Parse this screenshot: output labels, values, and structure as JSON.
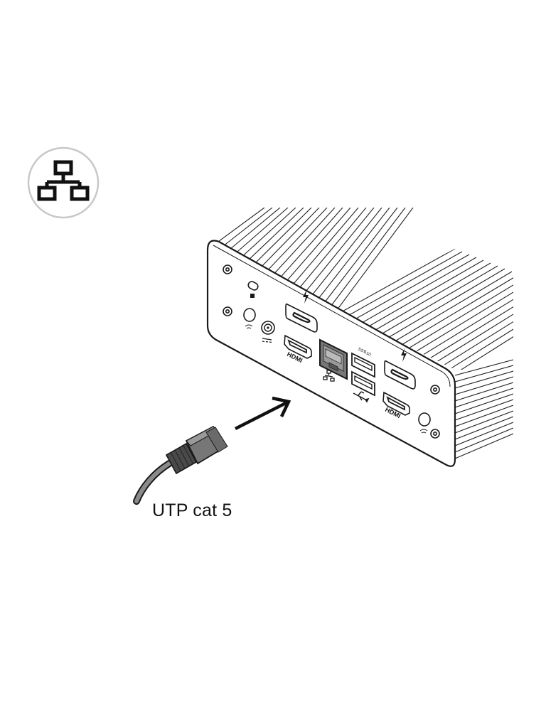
{
  "figure": {
    "cable_label": "UTP cat 5",
    "port_labels": {
      "hdmi_left": "HDMI",
      "hdmi_right": "HDMI",
      "usb_speed": "SS⇅10"
    },
    "icons": {
      "badge": "network-lan-icon",
      "arrow": "insert-direction-arrow-icon"
    },
    "colors": {
      "line": "#1a1a1a",
      "badge_ring": "#c8c8c8",
      "connector_dark": "#4a4a4a",
      "connector_light": "#8a8a8a",
      "rj45_port": "#777777"
    }
  }
}
